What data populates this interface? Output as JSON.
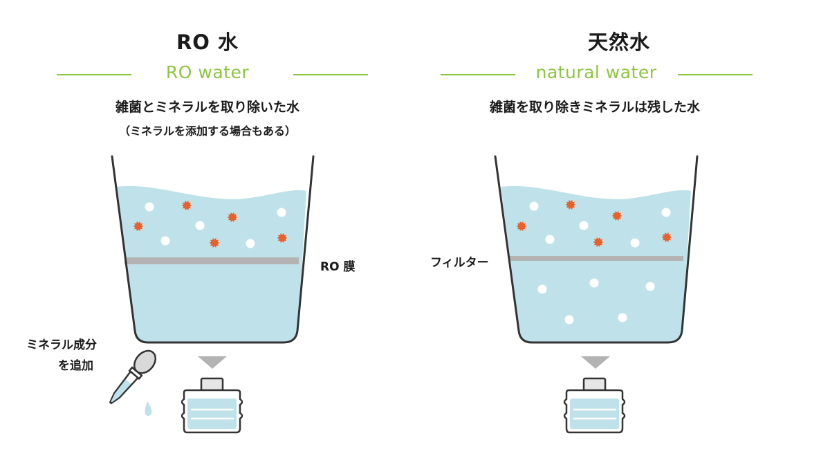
{
  "ro": {
    "title": "RO 水",
    "subtitle": "RO water",
    "description": "雑菌とミネラルを取り除いた水",
    "note": "（ミネラルを添加する場合もある）",
    "membrane_label": "RO 膜",
    "mineral_label_line1": "ミネラル成分",
    "mineral_label_line2": "を追加"
  },
  "natural": {
    "title": "天然水",
    "subtitle": "natural water",
    "description": "雑菌を取り除きミネラルは残した水",
    "filter_label": "フィルター"
  },
  "colors": {
    "accent_green": "#8cc63f",
    "water": "#bfe2ea",
    "filter_gray": "#b3b3b3",
    "germ_orange": "#e8602a",
    "arrow_gray": "#b3b3b3",
    "outline": "#333333"
  },
  "icons": {
    "germ": "germ-icon",
    "mineral": "mineral-dot-icon",
    "bottle": "water-bottle-icon",
    "dropper": "dropper-icon",
    "arrow": "down-arrow-icon"
  }
}
